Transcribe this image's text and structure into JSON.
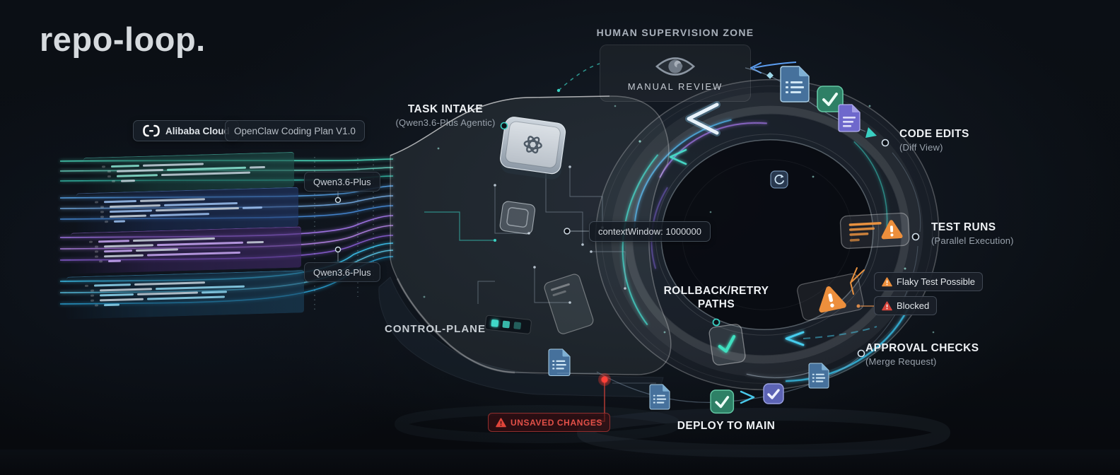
{
  "title": "repo-loop.",
  "header_badges": {
    "brand": "Alibaba Cloud",
    "plan": "OpenClaw Coding Plan V1.0"
  },
  "model_labels": {
    "top": "Qwen3.6-Plus",
    "bottom": "Qwen3.6-Plus"
  },
  "supervision": {
    "zone_title": "HUMAN SUPERVISION ZONE",
    "panel_label": "MANUAL REVIEW"
  },
  "stages": {
    "task_intake": {
      "title": "TASK INTAKE",
      "subtitle": "(Qwen3.6-Plus Agentic)"
    },
    "code_edits": {
      "title": "CODE EDITS",
      "subtitle": "(Diff View)"
    },
    "test_runs": {
      "title": "TEST RUNS",
      "subtitle": "(Parallel Execution)"
    },
    "approval_checks": {
      "title": "APPROVAL CHECKS",
      "subtitle": "(Merge Request)"
    },
    "deploy": {
      "title": "DEPLOY TO MAIN"
    },
    "rollback": {
      "title": "ROLLBACK/RETRY PATHS"
    },
    "control_plane": {
      "title": "CONTROL-PLANE"
    }
  },
  "callouts": {
    "context_window": "contextWindow: 1000000",
    "flaky_test": "Flaky Test Possible",
    "blocked": "Blocked",
    "unsaved_changes": "UNSAVED CHANGES"
  },
  "colors": {
    "background": "#0c1016",
    "accent_teal": "#3ad0c2",
    "accent_cyan": "#41c7f0",
    "accent_blue": "#5aa0f0",
    "accent_purple": "#a678ec",
    "warning_orange": "#ed8f3c",
    "error_red": "#d6453c",
    "success_green": "#2e8066"
  }
}
